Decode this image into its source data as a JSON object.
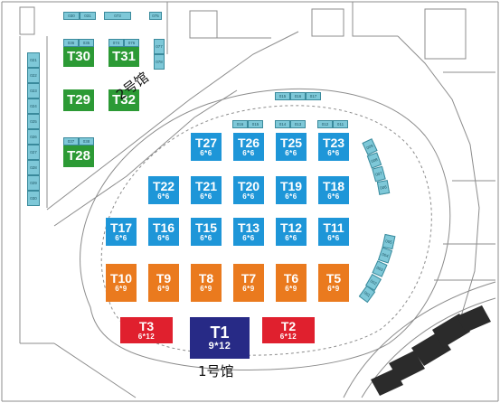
{
  "map": {
    "hall_1_label": "1号馆",
    "hall_2_label": "2号馆",
    "colors": {
      "standard_6x6": "#1e96d8",
      "standard_6x9": "#ea7a1e",
      "large_6x12": "#e0202e",
      "main_9x12": "#272a86",
      "hall2_booth": "#2c9a35",
      "small_stall": "#7ec8d8",
      "walls": "#8c8c8c"
    },
    "booths": [
      {
        "id": "T27",
        "size": "6*6",
        "color": "blue"
      },
      {
        "id": "T26",
        "size": "6*6",
        "color": "blue"
      },
      {
        "id": "T25",
        "size": "6*6",
        "color": "blue"
      },
      {
        "id": "T23",
        "size": "6*6",
        "color": "blue"
      },
      {
        "id": "T22",
        "size": "6*6",
        "color": "blue"
      },
      {
        "id": "T21",
        "size": "6*6",
        "color": "blue"
      },
      {
        "id": "T20",
        "size": "6*6",
        "color": "blue"
      },
      {
        "id": "T19",
        "size": "6*6",
        "color": "blue"
      },
      {
        "id": "T18",
        "size": "6*6",
        "color": "blue"
      },
      {
        "id": "T17",
        "size": "6*6",
        "color": "blue"
      },
      {
        "id": "T16",
        "size": "6*6",
        "color": "blue"
      },
      {
        "id": "T15",
        "size": "6*6",
        "color": "blue"
      },
      {
        "id": "T13",
        "size": "6*6",
        "color": "blue"
      },
      {
        "id": "T12",
        "size": "6*6",
        "color": "blue"
      },
      {
        "id": "T11",
        "size": "6*6",
        "color": "blue"
      },
      {
        "id": "T10",
        "size": "6*9",
        "color": "orange"
      },
      {
        "id": "T9",
        "size": "6*9",
        "color": "orange"
      },
      {
        "id": "T8",
        "size": "6*9",
        "color": "orange"
      },
      {
        "id": "T7",
        "size": "6*9",
        "color": "orange"
      },
      {
        "id": "T6",
        "size": "6*9",
        "color": "orange"
      },
      {
        "id": "T5",
        "size": "6*9",
        "color": "orange"
      },
      {
        "id": "T3",
        "size": "6*12",
        "color": "red"
      },
      {
        "id": "T1",
        "size": "9*12",
        "color": "navy"
      },
      {
        "id": "T2",
        "size": "6*12",
        "color": "red"
      },
      {
        "id": "T30",
        "size": "",
        "color": "green"
      },
      {
        "id": "T31",
        "size": "",
        "color": "green"
      },
      {
        "id": "T29",
        "size": "",
        "color": "green"
      },
      {
        "id": "T32",
        "size": "",
        "color": "green"
      },
      {
        "id": "T28",
        "size": "",
        "color": "green"
      }
    ],
    "stalls": [
      "030",
      "031",
      "073",
      "075",
      "036",
      "035",
      "074",
      "076",
      "077",
      "078",
      "037",
      "038",
      "021",
      "022",
      "023",
      "024",
      "025",
      "026",
      "027",
      "028",
      "029",
      "030",
      "015",
      "016",
      "017",
      "016",
      "015",
      "014",
      "013",
      "012",
      "011",
      "009",
      "008",
      "007",
      "006",
      "005",
      "004",
      "003",
      "002",
      "001"
    ]
  }
}
